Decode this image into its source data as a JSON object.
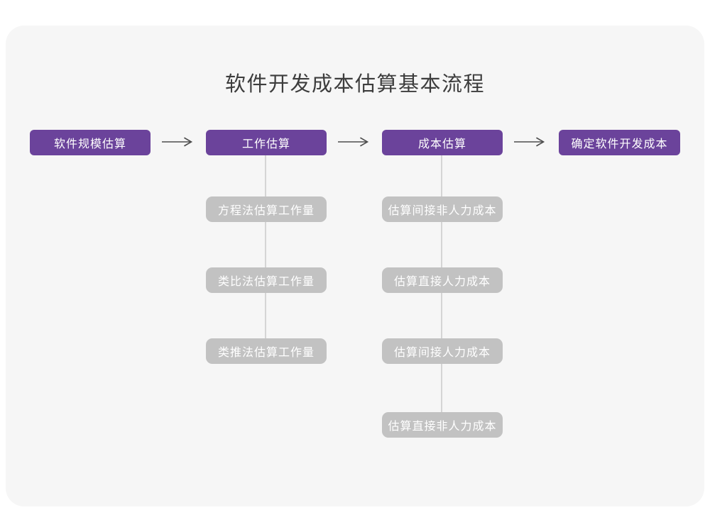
{
  "title": "软件开发成本估算基本流程",
  "colors": {
    "primary": "#6B439B",
    "secondary": "#C2C2C2",
    "connector": "#D5D5D5",
    "arrow": "#4D4D4D",
    "title_text": "#3D3D3D",
    "box_text": "#FFFFFF",
    "card_bg": "#F6F6F6",
    "page_bg": "#FFFFFF"
  },
  "flow": {
    "main_steps": [
      {
        "label": "软件规模估算"
      },
      {
        "label": "工作估算"
      },
      {
        "label": "成本估算"
      },
      {
        "label": "确定软件开发成本"
      }
    ],
    "work_sub_steps": [
      "方程法估算工作量",
      "类比法估算工作量",
      "类推法估算工作量"
    ],
    "cost_sub_steps": [
      "估算间接非人力成本",
      "估算直接人力成本",
      "估算间接人力成本",
      "估算直接非人力成本"
    ]
  }
}
